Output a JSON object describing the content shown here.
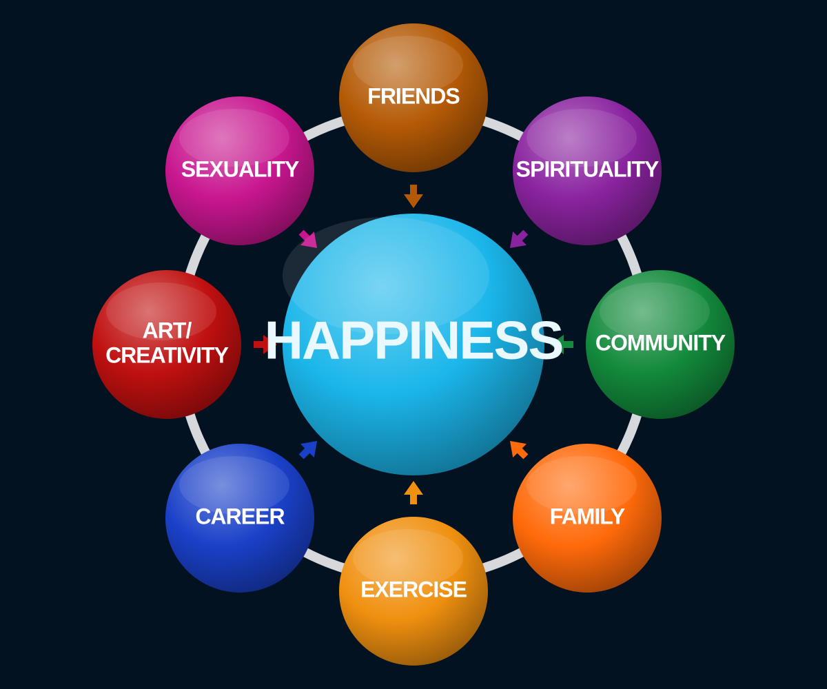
{
  "center": {
    "label": "HAPPINESS",
    "color": "#1bb6ea"
  },
  "nodes": [
    {
      "id": "friends",
      "lines": [
        "FRIENDS"
      ],
      "color": "#b45a06"
    },
    {
      "id": "spirituality",
      "lines": [
        "SPIRITUALITY"
      ],
      "color": "#8a239f"
    },
    {
      "id": "community",
      "lines": [
        "COMMUNITY"
      ],
      "color": "#138a3c"
    },
    {
      "id": "family",
      "lines": [
        "FAMILY"
      ],
      "color": "#ff6a0a"
    },
    {
      "id": "exercise",
      "lines": [
        "EXERCISE"
      ],
      "color": "#f09010"
    },
    {
      "id": "career",
      "lines": [
        "CAREER"
      ],
      "color": "#1a40c8"
    },
    {
      "id": "art-creativity",
      "lines": [
        "ART/",
        "CREATIVITY"
      ],
      "color": "#c01010"
    },
    {
      "id": "sexuality",
      "lines": [
        "SEXUALITY"
      ],
      "color": "#c8168f"
    }
  ],
  "ring_color": "#d6d8dc",
  "background": "#021220"
}
